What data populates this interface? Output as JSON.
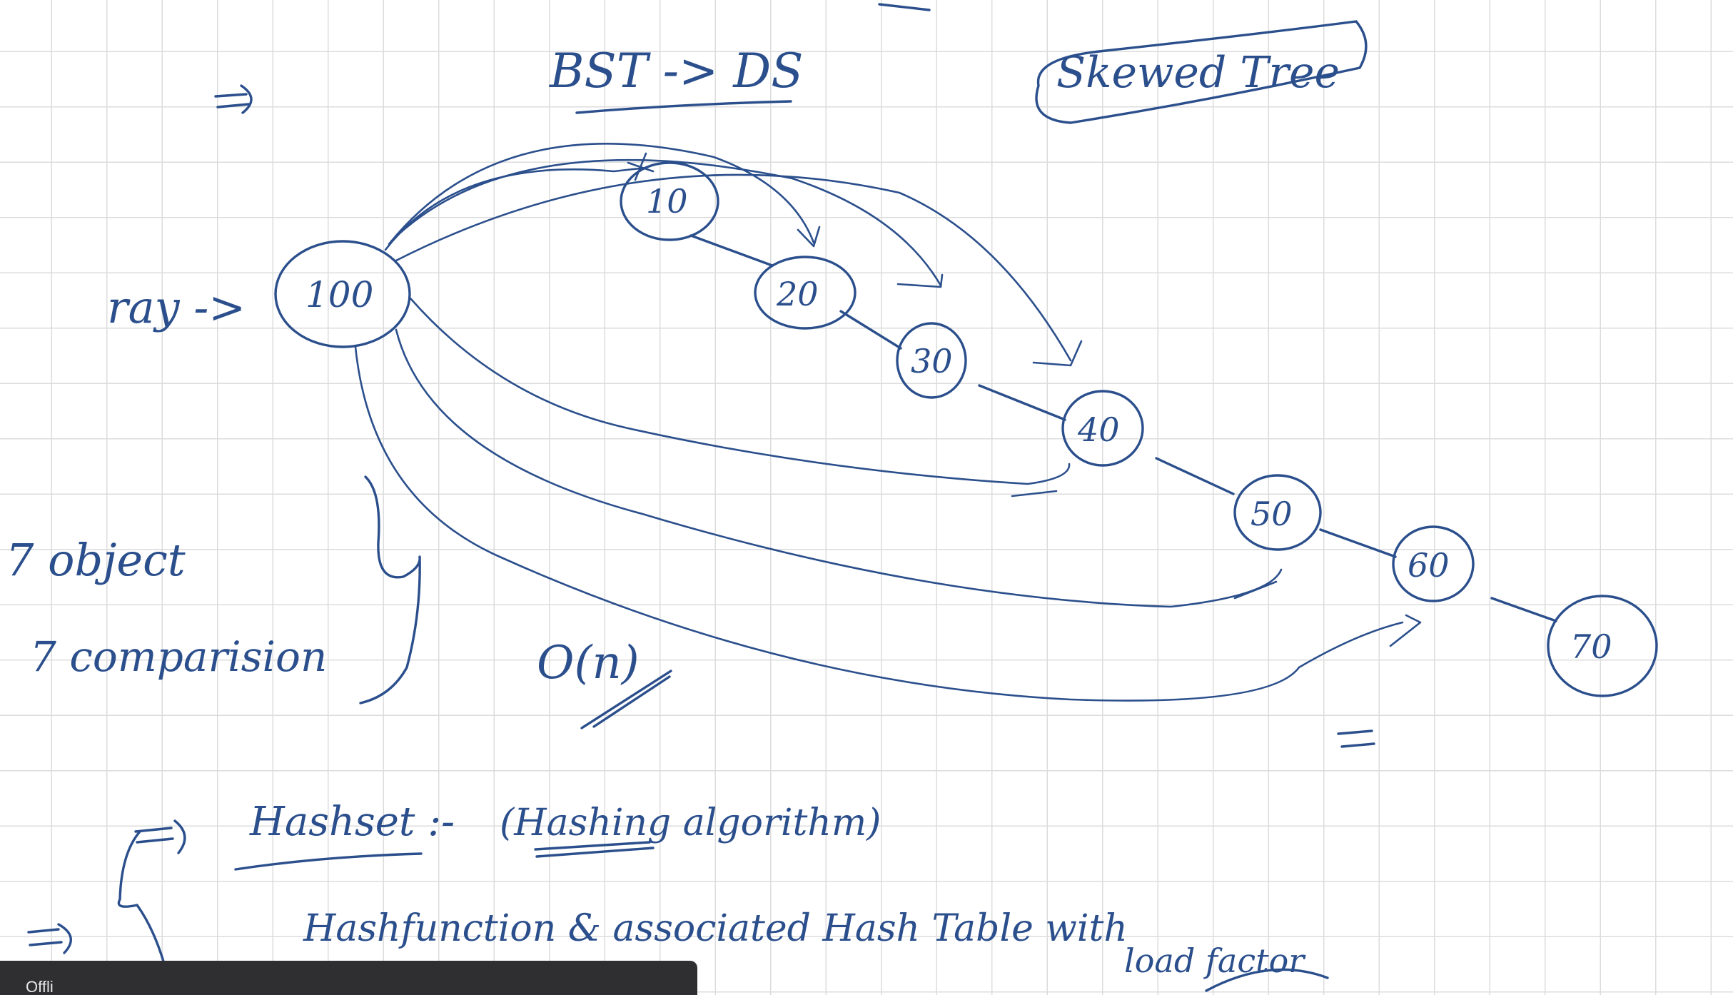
{
  "whiteboard": {
    "title": "BST -> DS",
    "skewed_label": "Skewed Tree",
    "root_arrow_label": "ray ->",
    "root_node": "100",
    "nodes": [
      "10",
      "20",
      "30",
      "40",
      "50",
      "60",
      "70"
    ],
    "objects_note": "7 object",
    "comparison_note": "7 comparision",
    "complexity_note": "O(n)",
    "hashset_label": "Hashset :-",
    "hashset_detail": "(Hashing algorithm)",
    "hashfunction_line": "Hashfunction & associated Hash Table with",
    "load_factor": "load factor",
    "ink_color": "#2b4f8c"
  },
  "status_toast": {
    "text": "Offli"
  }
}
